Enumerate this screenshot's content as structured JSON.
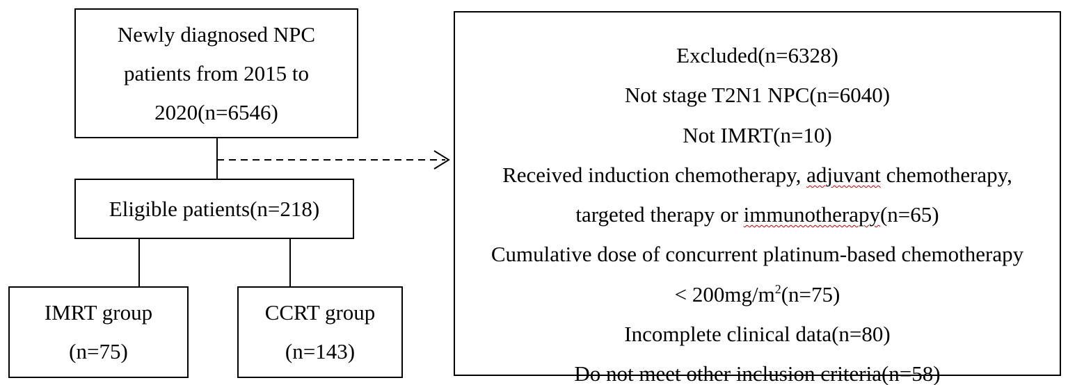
{
  "newly_box": {
    "line1": "Newly diagnosed NPC",
    "line2": "patients from 2015 to",
    "line3": "2020(n=6546)"
  },
  "eligible_box": {
    "label": "Eligible patients(n=218)"
  },
  "imrt_box": {
    "line1": "IMRT group",
    "line2": "(n=75)"
  },
  "ccrt_box": {
    "line1": "CCRT group",
    "line2": "(n=143)"
  },
  "excluded_box": {
    "title": "Excluded(n=6328)",
    "reason1": "Not stage T2N1 NPC(n=6040)",
    "reason2": "Not IMRT(n=10)",
    "reason3_line1_a": "Received induction chemotherapy, ",
    "reason3_line1_b": "adjuvant",
    "reason3_line1_c": " chemotherapy,",
    "reason3_line2_a": "targeted therapy or ",
    "reason3_line2_b": "immunotherapy",
    "reason3_line2_c": "(n=65)",
    "reason4_line1": "Cumulative dose of concurrent platinum-based chemotherapy",
    "reason4_line2_a": "< 200mg/m",
    "reason4_line2_sup": "2",
    "reason4_line2_b": "(n=75)",
    "reason5": "Incomplete clinical data(n=80)",
    "reason6": "Do not meet other inclusion criteria(n=58)"
  },
  "colors": {
    "stroke": "#000000",
    "spellcheck_underline": "#c00000"
  }
}
